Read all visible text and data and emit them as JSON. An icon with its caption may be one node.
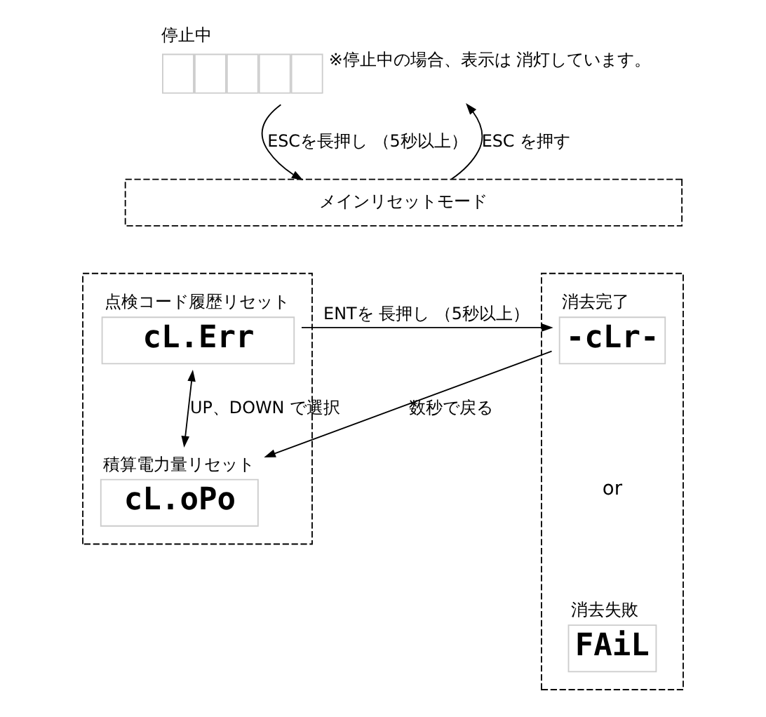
{
  "diagram": {
    "nodes": [
      {
        "text": [
          "停止中"
        ],
        "beside": [
          "※停止中の場合、表示は 消灯しています。"
        ]
      },
      {
        "text": [
          "メインリセットモード"
        ]
      },
      {
        "text": [],
        "shape": "box"
      },
      {
        "text": [
          "点検コード履歴リセット",
          "cL.Err"
        ],
        "in": 2
      },
      {
        "text": [
          "積算電力量リセット",
          "cL.oPo"
        ],
        "in": 2
      },
      {
        "text": [],
        "shape": "box"
      },
      {
        "text": [
          "消去完了",
          "-cLr-"
        ],
        "in": 5
      },
      {
        "text": [
          "消去失敗",
          "FAiL"
        ],
        "in": 5
      }
    ],
    "edges": [
      {
        "from": 1,
        "to": 0,
        "arrow": "to",
        "label": "ESC を押す"
      },
      {
        "from": 0,
        "to": 1,
        "arrow": "to",
        "label": "ESCを長押し （5秒以上）"
      },
      {
        "from": 3,
        "to": 6,
        "arrow": "to",
        "label": "ENTを 長押し （5秒以上）"
      },
      {
        "from": 4,
        "to": 3,
        "arrow": "both",
        "label": "UP、DOWN で選択"
      },
      {
        "from": 6,
        "to": 4,
        "arrow": "to",
        "label": "数秒で戻る"
      }
    ],
    "labels": [
      "or"
    ]
  }
}
